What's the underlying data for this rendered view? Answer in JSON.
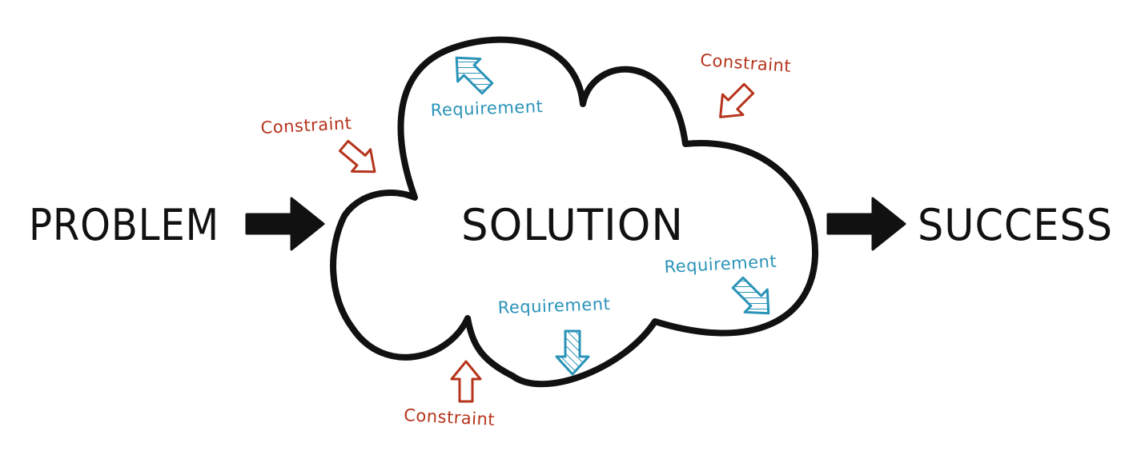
{
  "diagram": {
    "problem": "PROBLEM",
    "solution": "SOLUTION",
    "success": "SUCCESS",
    "requirement_label": "Requirement",
    "constraint_label": "Constraint"
  },
  "colors": {
    "ink": "#111111",
    "requirement": "#2a93b8",
    "constraint": "#b5341c"
  }
}
